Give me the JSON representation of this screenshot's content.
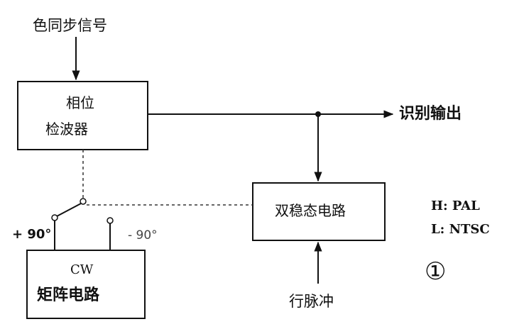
{
  "signals": {
    "input_top": "色同步信号",
    "output_right": "识别输出",
    "input_bottom": "行脉冲"
  },
  "blocks": {
    "phase_detector": [
      "相位",
      "检波器"
    ],
    "bistable": "双稳态电路",
    "cw_matrix": [
      "CW",
      "矩阵电路"
    ]
  },
  "switch": {
    "left_label": "+ 90°",
    "right_label": "- 90°"
  },
  "legend": {
    "high": "H: PAL",
    "low": "L: NTSC"
  },
  "figure_number": "①",
  "colors": {
    "ink": "#111111",
    "background": "#ffffff"
  }
}
